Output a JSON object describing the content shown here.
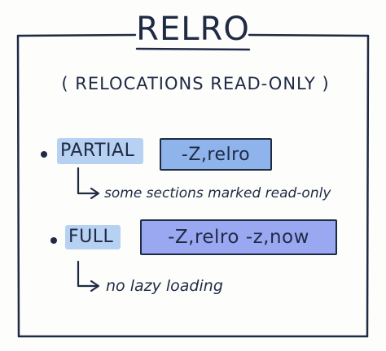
{
  "title": "RELRO",
  "subtitle": "( RELOCATIONS READ-ONLY )",
  "items": [
    {
      "label": "PARTIAL",
      "flags": "-Z,relro",
      "note": "some sections marked read-only"
    },
    {
      "label": "FULL",
      "flags": "-Z,relro  -z,now",
      "note": "no lazy loading"
    }
  ],
  "colors": {
    "ink": "#1f2a44",
    "highlight": "#a9c9f0",
    "partial_box": "#8fb4ec",
    "full_box": "#9aa8f2"
  }
}
